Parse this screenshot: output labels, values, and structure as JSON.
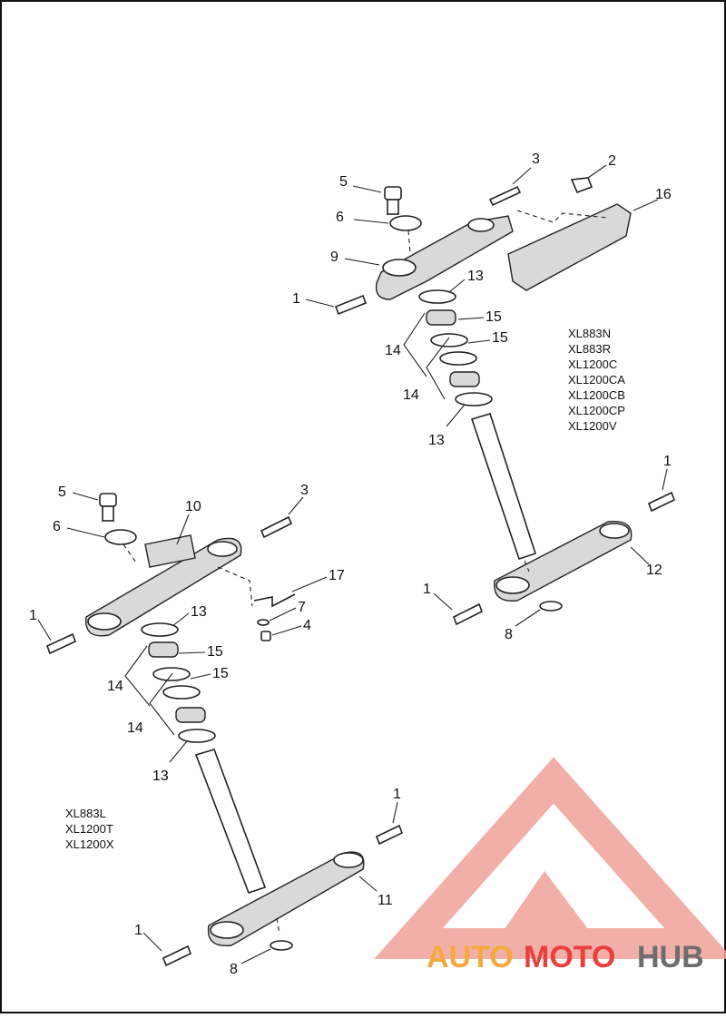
{
  "upper_assembly": {
    "models": [
      "XL883N",
      "XL883R",
      "XL1200C",
      "XL1200CA",
      "XL1200CB",
      "XL1200CP",
      "XL1200V"
    ],
    "callouts": {
      "c1a": "1",
      "c1b": "1",
      "c1c": "1",
      "c2": "2",
      "c3": "3",
      "c5": "5",
      "c6": "6",
      "c8": "8",
      "c9": "9",
      "c12": "12",
      "c13a": "13",
      "c13b": "13",
      "c14a": "14",
      "c14b": "14",
      "c15a": "15",
      "c15b": "15",
      "c16": "16"
    }
  },
  "lower_assembly": {
    "models": [
      "XL883L",
      "XL1200T",
      "XL1200X"
    ],
    "callouts": {
      "c1a": "1",
      "c1b": "1",
      "c1c": "1",
      "c3": "3",
      "c4": "4",
      "c5": "5",
      "c6": "6",
      "c7": "7",
      "c8": "8",
      "c10": "10",
      "c11": "11",
      "c13a": "13",
      "c13b": "13",
      "c14a": "14",
      "c14b": "14",
      "c15a": "15",
      "c15b": "15",
      "c17": "17"
    }
  },
  "watermark": {
    "text_auto": "AUTO",
    "text_moto": "MOTO",
    "text_hub": "HUB",
    "color_orange": "#f4a93c",
    "color_red": "#e8403a",
    "color_gray": "#6d6d6d",
    "logo_color": "#f0a09a"
  }
}
